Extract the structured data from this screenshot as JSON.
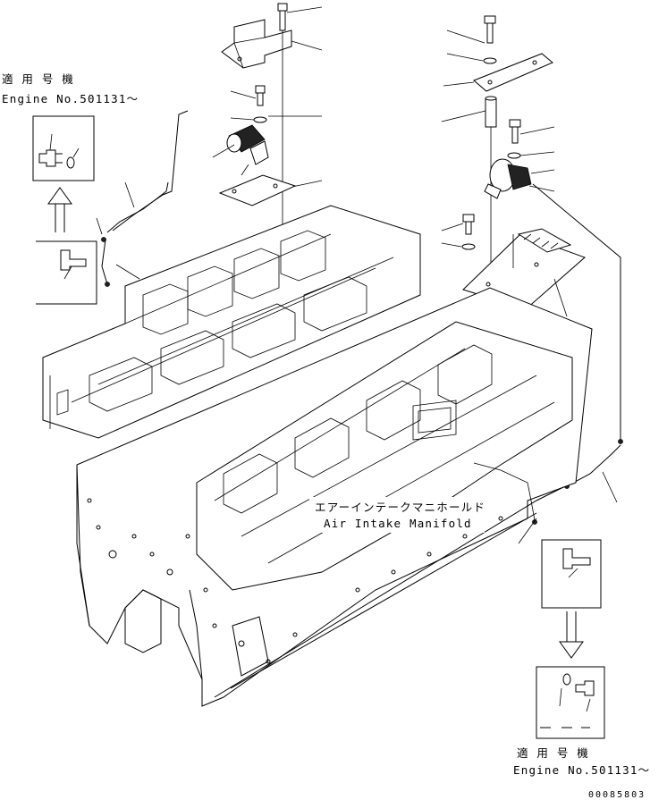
{
  "applicable_top": {
    "line1": "適 用 号 機",
    "line2": "Engine No.501131～"
  },
  "applicable_bottom": {
    "line1": "適 用 号 機",
    "line2": "Engine No.501131～"
  },
  "manifold_label": {
    "jp": "エアーインテークマニホールド",
    "en": "Air Intake Manifold"
  },
  "drawing_number": "00085803"
}
